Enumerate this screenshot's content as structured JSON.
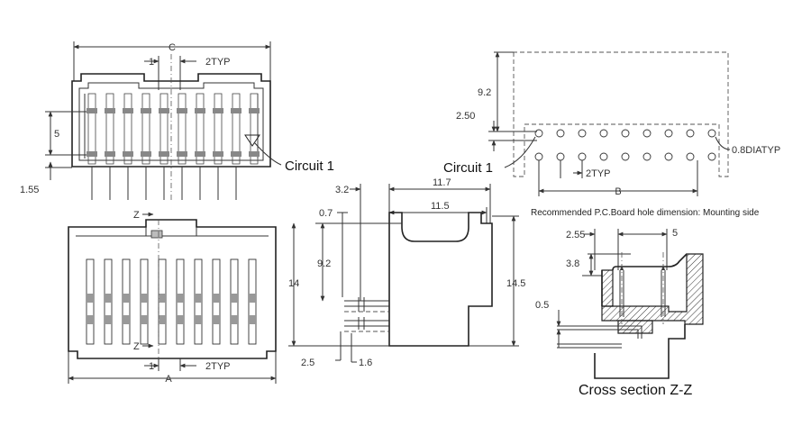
{
  "top_view": {
    "dim_c": "C",
    "dim_1": "1",
    "dim_2typ": "2TYP",
    "dim_5": "5",
    "dim_155": "1.55",
    "circuit_label": "Circuit 1"
  },
  "bottom_view": {
    "dim_a": "A",
    "dim_1": "1",
    "dim_2typ": "2TYP",
    "section_mark_top": "Z",
    "section_mark_bottom": "Z"
  },
  "side_view": {
    "dim_32": "3.2",
    "dim_117": "11.7",
    "dim_07": "0.7",
    "dim_115": "11.5",
    "dim_92": "9.2",
    "dim_14": "14",
    "dim_145": "14.5",
    "dim_25": "2.5",
    "dim_16": "1.6"
  },
  "pcb_layout": {
    "dim_92": "9.2",
    "dim_250": "2.50",
    "dia_label": "0.8DIATYP",
    "circuit_label": "Circuit 1",
    "dim_2typ": "2TYP",
    "dim_b": "B",
    "caption": "Recommended P.C.Board hole dimension: Mounting side"
  },
  "cross_section": {
    "dim_255": "2.55",
    "dim_5": "5",
    "dim_38": "3.8",
    "dim_05": "0.5",
    "title": "Cross section Z-Z"
  }
}
